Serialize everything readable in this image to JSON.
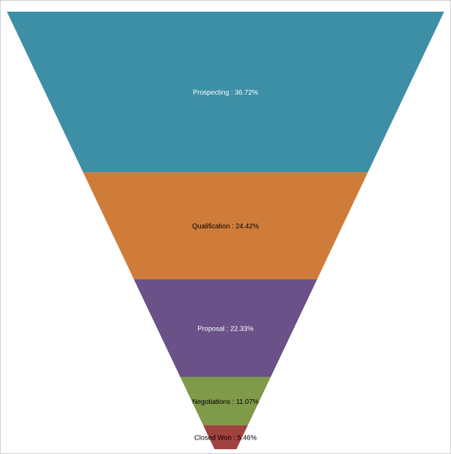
{
  "chart_data": {
    "type": "funnel",
    "title": "",
    "stages": [
      {
        "label": "Prospecting",
        "value": 36.72,
        "display": "Prospecting : 36.72%",
        "color": "#3d8fa6",
        "text_color": "#ffffff"
      },
      {
        "label": "Qualification",
        "value": 24.42,
        "display": "Qualification : 24.42%",
        "color": "#cf7c3a",
        "text_color": "#000000"
      },
      {
        "label": "Proposal",
        "value": 22.33,
        "display": "Proposal : 22.33%",
        "color": "#6a5187",
        "text_color": "#ffffff"
      },
      {
        "label": "Negotiations",
        "value": 11.07,
        "display": "Negotiations : 11.07%",
        "color": "#7f9a48",
        "text_color": "#000000"
      },
      {
        "label": "Closed Won",
        "value": 5.46,
        "display": "Closed Won : 5.46%",
        "color": "#a0423f",
        "text_color": "#000000"
      }
    ]
  }
}
